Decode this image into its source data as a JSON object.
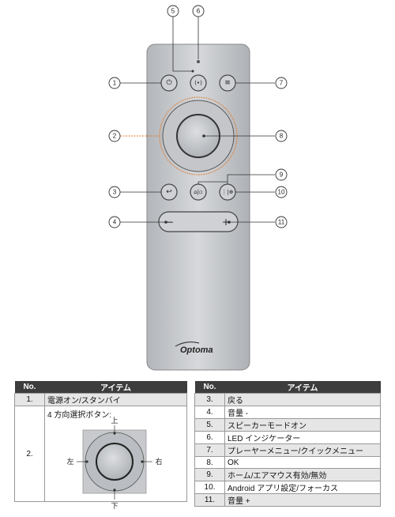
{
  "remote": {
    "brand": "Optoma",
    "callouts": [
      "1",
      "2",
      "3",
      "4",
      "5",
      "6",
      "7",
      "8",
      "9",
      "10",
      "11"
    ]
  },
  "table_left": {
    "headers": [
      "No.",
      "アイテム"
    ],
    "rows": [
      {
        "no": "1.",
        "item": "電源オン/スタンバイ"
      },
      {
        "no": "2.",
        "item": "4 方向選択ボタン:"
      }
    ],
    "dpad": {
      "up": "上",
      "down": "下",
      "left": "左",
      "right": "右"
    }
  },
  "table_right": {
    "headers": [
      "No.",
      "アイテム"
    ],
    "rows": [
      {
        "no": "3.",
        "item": "戻る"
      },
      {
        "no": "4.",
        "item": "音量 -"
      },
      {
        "no": "5.",
        "item": "スピーカーモードオン"
      },
      {
        "no": "6.",
        "item": "LED インジケーター"
      },
      {
        "no": "7.",
        "item": "プレーヤーメニュー/クイックメニュー"
      },
      {
        "no": "8.",
        "item": "OK"
      },
      {
        "no": "9.",
        "item": "ホーム/エアマウス有効/無効"
      },
      {
        "no": "10.",
        "item": "Android アプリ設定/フォーカス"
      },
      {
        "no": "11.",
        "item": "音量 +"
      }
    ]
  },
  "colors": {
    "accent_ring": "#e07a2c",
    "header_bg": "#3d3d3d",
    "remote_body": "#c9cbcf"
  }
}
